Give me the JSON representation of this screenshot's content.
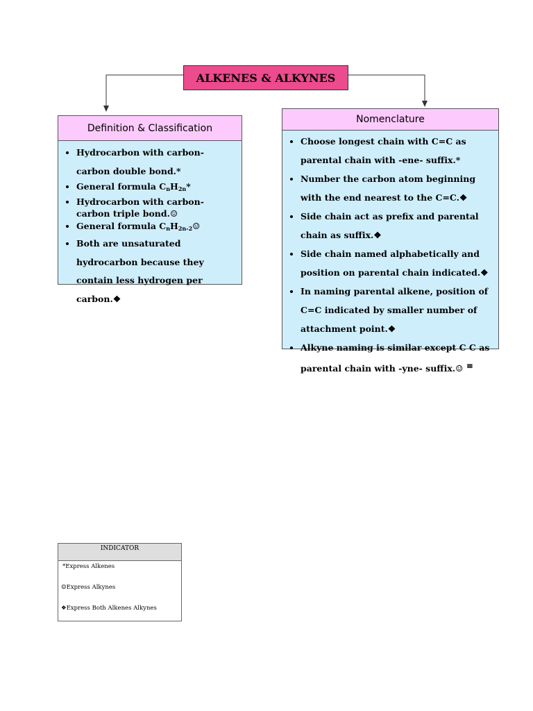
{
  "title": "ALKENES & ALKYNES",
  "definition": {
    "heading": "Definition & Classification",
    "items": [
      "Hydrocarbon with carbon-carbon double bond.*",
      "General formula C",
      "Hydrocarbon with carbon-carbon triple bond.☺",
      "General formula C",
      "Both are unsaturated hydrocarbon because they contain less hydrogen per carbon.❖"
    ],
    "formula_1": {
      "n": "n",
      "h": "H",
      "h_sub": "2n",
      "suffix": "*"
    },
    "formula_2": {
      "n": "n",
      "h": "H",
      "h_sub": "2n-2",
      "suffix": "☺"
    }
  },
  "nomenclature": {
    "heading": "Nomenclature",
    "items": [
      "Choose longest chain with C=C as parental chain with -ene- suffix.*",
      "Number the carbon atom beginning with the end nearest to the C=C.❖",
      "Side chain act as prefix and parental chain as suffix.❖",
      "Side chain named alphabetically and position on parental chain indicated.❖",
      "In naming parental alkene, position of C=C indicated by smaller number of attachment point.❖",
      "Alkyne naming is similar except C    C as parental chain with -yne- suffix.☺"
    ],
    "triple_bond_symbol": "≡"
  },
  "indicator": {
    "heading": "INDICATOR",
    "rows": [
      "*Express Alkenes",
      "☺Express Alkynes",
      "❖Express Both Alkenes Alkynes"
    ]
  }
}
